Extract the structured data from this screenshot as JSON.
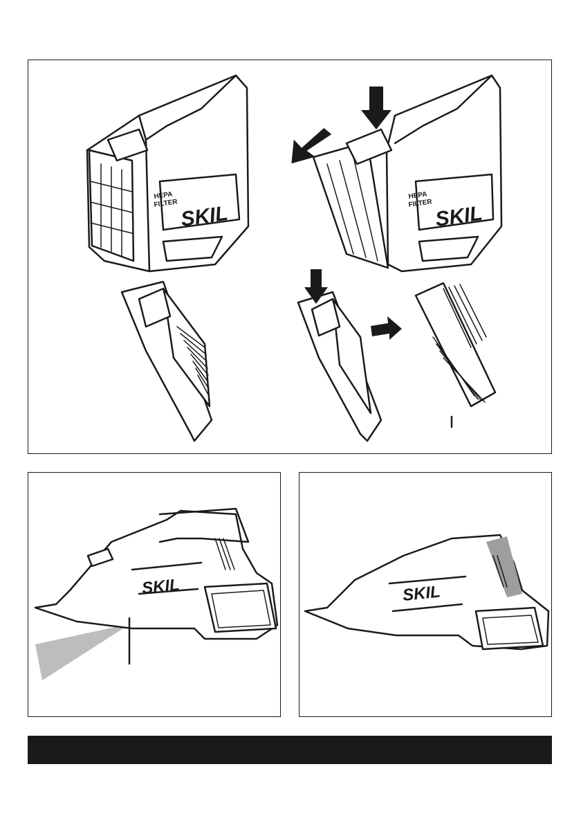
{
  "figure_top": {
    "brand_label": "SKIL",
    "hepa_line1": "HEPA",
    "hepa_line2": "FILTER"
  },
  "figure_bottom_left": {
    "brand_label": "SKIL"
  },
  "figure_bottom_right": {
    "brand_label": "SKIL"
  },
  "footer": {
    "text": ""
  }
}
